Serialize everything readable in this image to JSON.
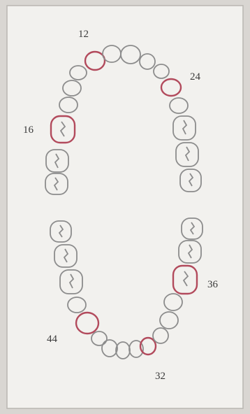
{
  "colors": {
    "background": "#d9d6d2",
    "card": "#f2f1ee",
    "card_border": "#b9b6b1",
    "tooth_outline": "#8c8c8c",
    "highlight": "#b24a5c"
  },
  "labels": {
    "t12": "12",
    "t24": "24",
    "t16": "16",
    "t36": "36",
    "t44": "44",
    "t32": "32"
  }
}
